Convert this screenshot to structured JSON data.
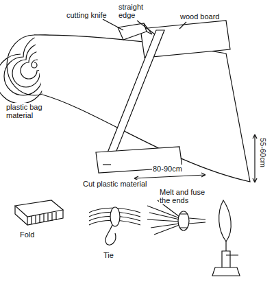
{
  "diagram": {
    "labels": [
      "cutting knife",
      "straight edge",
      "wood board",
      "plastic bag material",
      "Cut plastic material",
      "55-60cm",
      "80-90cm",
      "Fold",
      "Tie",
      "Melt and fuse the ends"
    ]
  }
}
